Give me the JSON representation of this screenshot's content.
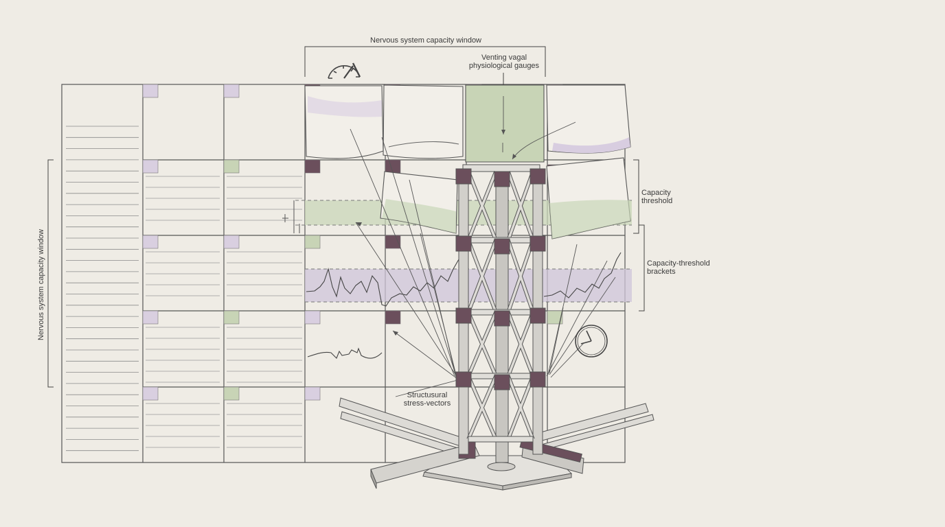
{
  "labels": {
    "top_window": "Nervous system capacity window",
    "side_window": "Nervous system capacity window",
    "gauges_line1": "Venting vagal",
    "gauges_line2": "physiological gauges",
    "threshold_line1": "Capacity",
    "threshold_line2": "threshold",
    "brackets_line1": "Capacity-threshold",
    "brackets_line2": "brackets",
    "stress_line1": "Structusural",
    "stress_line2": "stress-vectors"
  },
  "colors": {
    "background": "#efece5",
    "ink": "#555555",
    "plum_square": "#6b4f5c",
    "lavender_square": "#d9cfe0",
    "sage_square": "#c8d4b6",
    "sage_band": "#c9d7b8",
    "lavender_band": "#cfc5d9",
    "steel": "#d2d0cb"
  },
  "icons": [
    "gauge-icon",
    "clock-icon"
  ]
}
